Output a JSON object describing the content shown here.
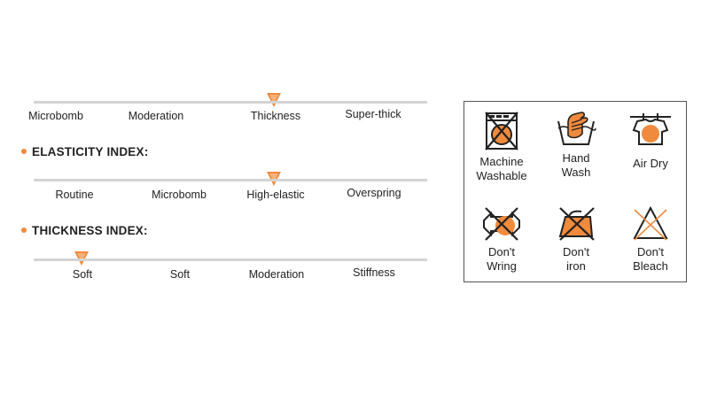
{
  "colors": {
    "accent": "#f08a3c",
    "track": "#d4d4d4",
    "border": "#555555"
  },
  "scales": [
    {
      "heading": "",
      "labels": [
        "Microbomb",
        "Moderation",
        "Thickness",
        "Super-thick"
      ],
      "selected": "Thickness"
    },
    {
      "heading": "ELASTICITY INDEX:",
      "labels": [
        "Routine",
        "Microbomb",
        "High-elastic",
        "Overspring"
      ],
      "selected": "High-elastic"
    },
    {
      "heading": "THICKNESS INDEX:",
      "labels": [
        "Soft",
        "Soft",
        "Moderation",
        "Stiffness"
      ],
      "selected": "Soft"
    }
  ],
  "care": [
    {
      "line1": "Machine",
      "line2": "Washable",
      "icon": "machine-wash-crossed-icon"
    },
    {
      "line1": "Hand",
      "line2": "Wash",
      "icon": "hand-wash-icon"
    },
    {
      "line1": "Air Dry",
      "line2": "",
      "icon": "air-dry-shirt-icon"
    },
    {
      "line1": "Don't",
      "line2": "Wring",
      "icon": "no-wring-icon"
    },
    {
      "line1": "Don't",
      "line2": "iron",
      "icon": "no-iron-icon"
    },
    {
      "line1": "Don't",
      "line2": "Bleach",
      "icon": "no-bleach-icon"
    }
  ]
}
